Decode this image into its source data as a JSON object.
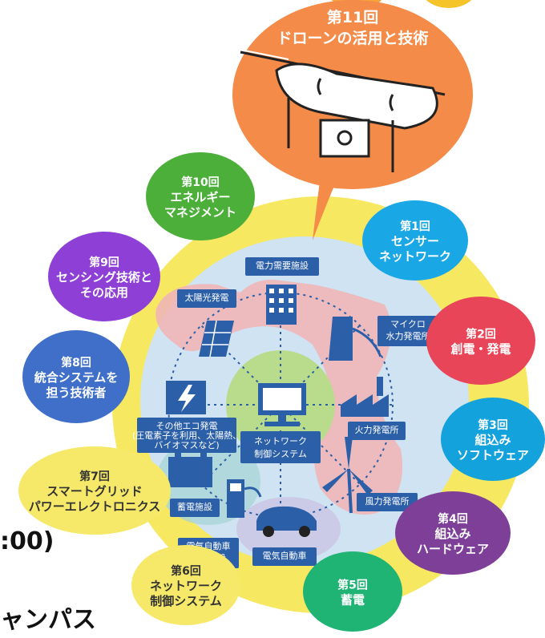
{
  "top_bubble": {
    "session": "第11回",
    "title": "ドローンの活用と技術"
  },
  "sessions": [
    {
      "id": "s1",
      "lines": [
        "第1回",
        "センサー",
        "ネットワーク"
      ],
      "color": "#1aa7e6"
    },
    {
      "id": "s2",
      "lines": [
        "第2回",
        "創電・発電"
      ],
      "color": "#e84658"
    },
    {
      "id": "s3",
      "lines": [
        "第3回",
        "組込み",
        "ソフトウェア"
      ],
      "color": "#14a2dc"
    },
    {
      "id": "s4",
      "lines": [
        "第4回",
        "組込み",
        "ハードウェア"
      ],
      "color": "#7d3f98"
    },
    {
      "id": "s5",
      "lines": [
        "第5回",
        "蓄電"
      ],
      "color": "#1fb374"
    },
    {
      "id": "s6",
      "lines": [
        "第6回",
        "ネットワーク",
        "制御システム"
      ],
      "color": "#f6e96a"
    },
    {
      "id": "s7",
      "lines": [
        "第7回",
        "スマートグリッド",
        "パワーエレクトロニクス"
      ],
      "color": "#f6e96a"
    },
    {
      "id": "s8",
      "lines": [
        "第8回",
        "統合システムを",
        "担う技術者"
      ],
      "color": "#3f6fc9"
    },
    {
      "id": "s9",
      "lines": [
        "第9回",
        "センシング技術と",
        "その応用"
      ],
      "color": "#8e3fd6"
    },
    {
      "id": "s10",
      "lines": [
        "第10回",
        "エネルギー",
        "マネジメント"
      ],
      "color": "#4caf3a"
    }
  ],
  "center_label": [
    "ネットワーク",
    "制御システム"
  ],
  "facilities": [
    {
      "id": "demand",
      "lines": [
        "電力需要施設"
      ]
    },
    {
      "id": "solar",
      "lines": [
        "太陽光発電"
      ]
    },
    {
      "id": "hydro",
      "lines": [
        "マイクロ",
        "水力発電所"
      ]
    },
    {
      "id": "thermal",
      "lines": [
        "火力発電所"
      ]
    },
    {
      "id": "wind",
      "lines": [
        "風力発電所"
      ]
    },
    {
      "id": "storage",
      "lines": [
        "蓄電施設"
      ]
    },
    {
      "id": "charger",
      "lines": [
        "電気自動車",
        "充電施設"
      ]
    },
    {
      "id": "ev",
      "lines": [
        "電気自動車"
      ]
    },
    {
      "id": "eco",
      "lines": [
        "その他エコ発電",
        "(圧電素子を利用、太陽熱、",
        "バイオマスなど)"
      ]
    }
  ],
  "side_fragments": {
    "line1": ":00)",
    "line2": "ャンパス"
  },
  "colors": {
    "yellow_ring": "#f7e862",
    "inner_blue": "#cfe3f2",
    "green_core": "#b8dc8c",
    "pink_zone": "#f0b5b8",
    "drone_bubble": "#f58b48"
  }
}
